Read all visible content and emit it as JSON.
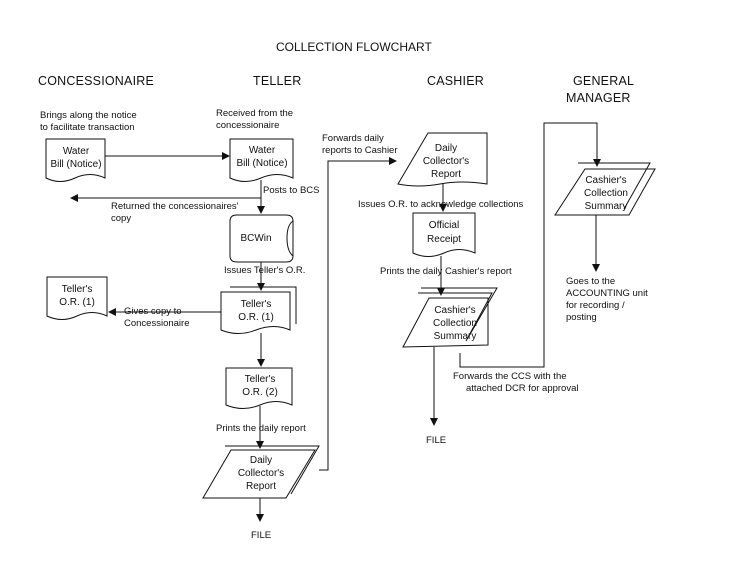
{
  "title": "COLLECTION FLOWCHART",
  "lanes": {
    "concessionaire": "CONCESSIONAIRE",
    "teller": "TELLER",
    "cashier": "CASHIER",
    "gm_line1": "GENERAL",
    "gm_line2": "MANAGER"
  },
  "nodes": {
    "water_bill_1": {
      "line1": "Water",
      "line2": "Bill (Notice)"
    },
    "water_bill_2": {
      "line1": "Water",
      "line2": "Bill (Notice)"
    },
    "bcwin": "BCWin",
    "tellers_or_concessionaire": {
      "line1": "Teller's",
      "line2": "O.R. (1)"
    },
    "tellers_or_1": {
      "line1": "Teller's",
      "line2": "O.R. (1)"
    },
    "tellers_or_2": {
      "line1": "Teller's",
      "line2": "O.R.  (2)"
    },
    "daily_collectors_report_teller": {
      "line1": "Daily",
      "line2": "Collector's",
      "line3": "Report"
    },
    "daily_collectors_report_cashier": {
      "line1": "Daily",
      "line2": "Collector's",
      "line3": "Report"
    },
    "official_receipt": {
      "line1": "Official",
      "line2": "Receipt"
    },
    "cashiers_collection_summary": {
      "line1": "Cashier's",
      "line2": "Collection",
      "line3": "Summary"
    },
    "gm_cashiers_collection_summary": {
      "line1": "Cashier's",
      "line2": "Collection",
      "line3": "Summary"
    }
  },
  "notes": {
    "brings_notice_1": "Brings along the notice",
    "brings_notice_2": "to facilitate transaction",
    "received_1": "Received from the",
    "received_2": "concessionaire",
    "posts_to_bcs": "Posts to BCS",
    "returned_1": "Returned the concessionaires'",
    "returned_2": "copy",
    "issues_tellers_or": "Issues Teller's O.R.",
    "gives_copy_1": "Gives copy to",
    "gives_copy_2": "Concessionaire",
    "prints_daily_report": "Prints the daily report",
    "forwards_cashier_1": "Forwards daily",
    "forwards_cashier_2": "reports to Cashier",
    "issues_or_ack": "Issues O.R. to acknowledge collections",
    "prints_cashiers_report": "Prints the daily Cashier's report",
    "forwards_ccs_1": "Forwards the CCS with the",
    "forwards_ccs_2": "attached DCR for approval",
    "goes_accounting_1": "Goes to the",
    "goes_accounting_2": "ACCOUNTING unit",
    "goes_accounting_3": "for recording /",
    "goes_accounting_4": "posting",
    "file_teller": "FILE",
    "file_cashier": "FILE"
  }
}
